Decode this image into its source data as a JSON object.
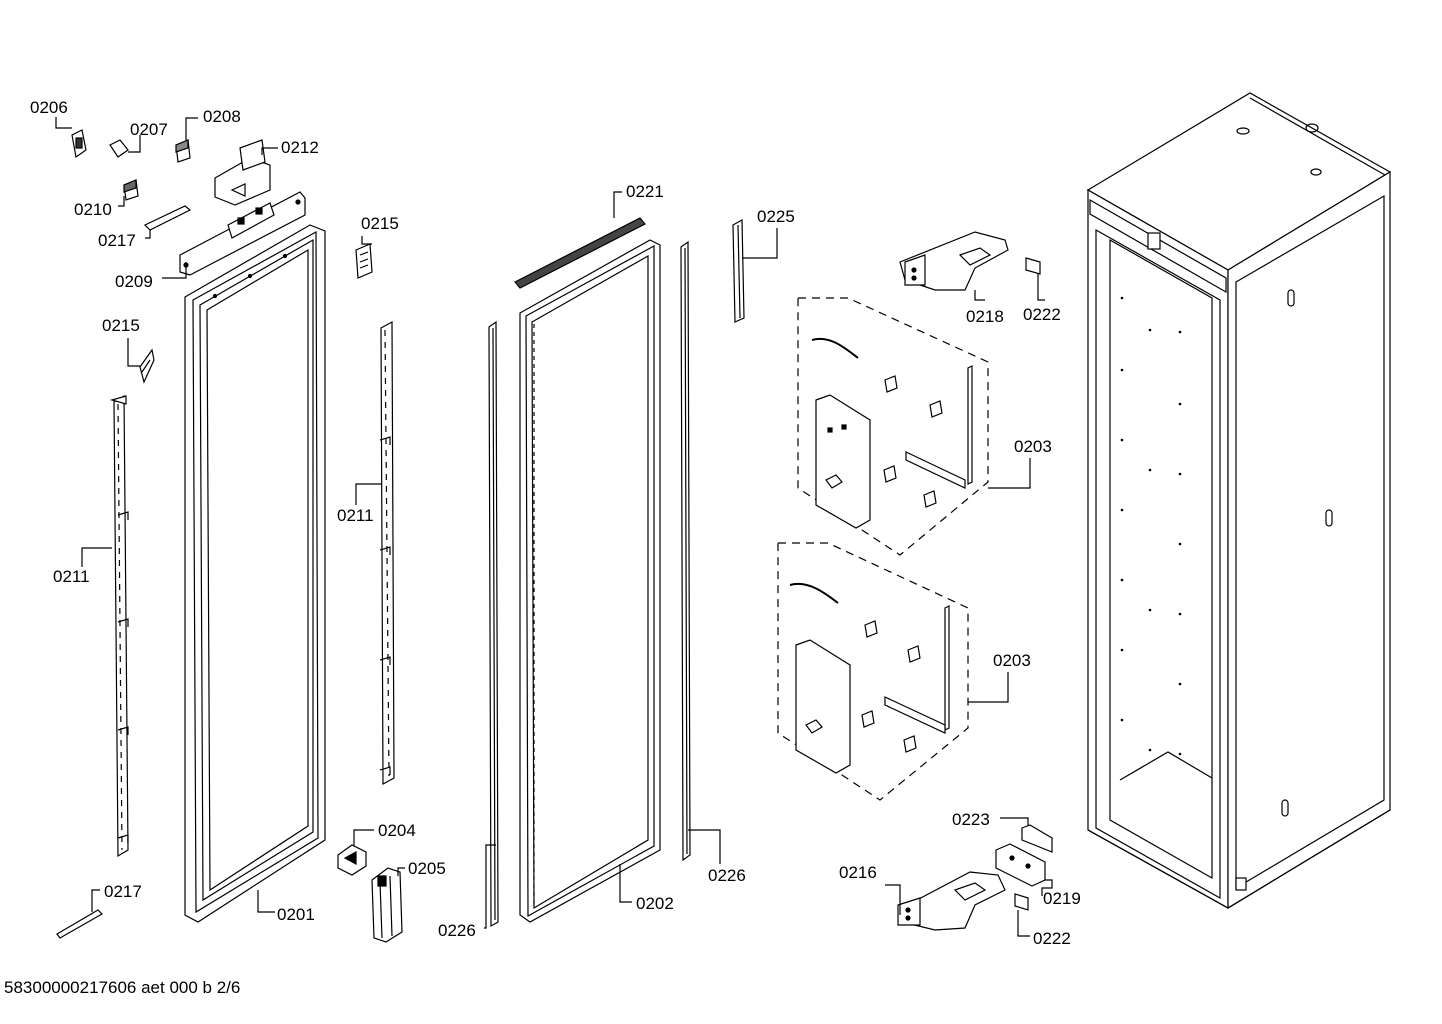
{
  "labels": {
    "p0206": "0206",
    "p0207": "0207",
    "p0208": "0208",
    "p0212": "0212",
    "p0210": "0210",
    "p0217a": "0217",
    "p0209": "0209",
    "p0215a": "0215",
    "p0215b": "0215",
    "p0211a": "0211",
    "p0211b": "0211",
    "p0217b": "0217",
    "p0201": "0201",
    "p0204": "0204",
    "p0205": "0205",
    "p0221": "0221",
    "p0202": "0202",
    "p0226a": "0226",
    "p0226b": "0226",
    "p0225": "0225",
    "p0218": "0218",
    "p0222a": "0222",
    "p0203a": "0203",
    "p0203b": "0203",
    "p0223": "0223",
    "p0216": "0216",
    "p0219": "0219",
    "p0222b": "0222"
  },
  "footer": "58300000217606 aet 000 b 2/6"
}
